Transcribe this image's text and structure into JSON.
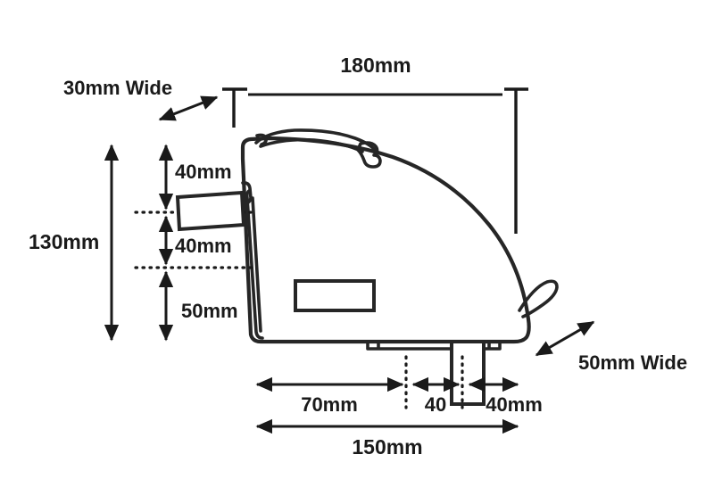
{
  "figure": {
    "title": "Bicycle frame bag dimension diagram",
    "background_color": "#ffffff",
    "ink_color": "#1f1f1f",
    "text_color": "#1a1a1a"
  },
  "dimensions": {
    "top_width": "180mm",
    "left_total_height": "130mm",
    "upper_segment": "40mm",
    "middle_segment": "40mm",
    "lower_segment": "50mm",
    "bottom_left_run": "70mm",
    "bottom_mid_run": "40",
    "bottom_right_run": "40mm",
    "bottom_total": "150mm",
    "top_depth_note": "30mm Wide",
    "bottom_depth_note": "50mm Wide"
  },
  "annotations": [
    {
      "id": "top-width",
      "label": "180mm",
      "orientation": "horizontal",
      "value_mm": 180
    },
    {
      "id": "left-total",
      "label": "130mm",
      "orientation": "vertical",
      "value_mm": 130
    },
    {
      "id": "seg-upper",
      "label": "40mm",
      "orientation": "vertical",
      "value_mm": 40
    },
    {
      "id": "seg-middle",
      "label": "40mm",
      "orientation": "vertical",
      "value_mm": 40
    },
    {
      "id": "seg-lower",
      "label": "50mm",
      "orientation": "vertical",
      "value_mm": 50
    },
    {
      "id": "bottom-left",
      "label": "70mm",
      "orientation": "horizontal",
      "value_mm": 70
    },
    {
      "id": "bottom-mid",
      "label": "40",
      "orientation": "horizontal",
      "value_mm": 40
    },
    {
      "id": "bottom-right",
      "label": "40mm",
      "orientation": "horizontal",
      "value_mm": 40
    },
    {
      "id": "bottom-total",
      "label": "150mm",
      "orientation": "horizontal",
      "value_mm": 150
    },
    {
      "id": "front-depth",
      "label": "30mm Wide",
      "orientation": "diagonal",
      "value_mm": 30
    },
    {
      "id": "rear-depth",
      "label": "50mm Wide",
      "orientation": "diagonal",
      "value_mm": 50
    }
  ]
}
